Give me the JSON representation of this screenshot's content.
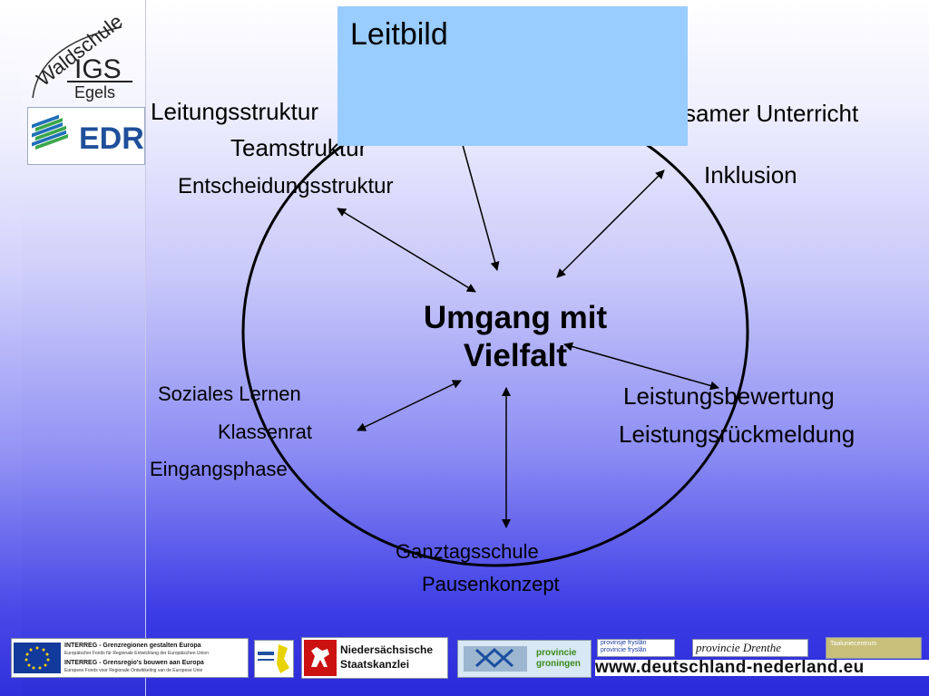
{
  "logos": {
    "school_name": "Waldschule",
    "school_abbr": "IGS",
    "school_place": "Egels",
    "edr_text": "EDR",
    "interreg_line1": "INTERREG - Grenzregionen gestalten Europa",
    "interreg_sub1": "Europäischer Fonds für Regionale Entwicklung der Europäischen Union",
    "interreg_line2": "INTERREG - Grensregio's bouwen aan Europa",
    "interreg_sub2": "Europees Fonds voor Regionale Ontwikkeling van de Europese Unie",
    "nds_line1": "Niedersächsische",
    "nds_line2": "Staatskanzlei",
    "groningen_line1": "provincie",
    "groningen_line2": "groningen",
    "fryslan_line1": "provinsje fryslân",
    "fryslan_line2": "provincie fryslân",
    "drenthe": "provincie Drenthe",
    "taalunie": "Taaluniecentrum",
    "url": "www.deutschland-nederland.eu"
  },
  "diagram": {
    "leitbild": "Leitbild",
    "center_line1": "Umgang mit",
    "center_line2": "Vielfalt",
    "nodes": {
      "leitungsstruktur": "Leitungsstruktur",
      "teamstruktur": "Teamstruktur",
      "entscheidungsstruktur": "Entscheidungsstruktur",
      "unterricht": "Gemeinsamer Unterricht",
      "inklusion": "Inklusion",
      "soziales_lernen": "Soziales Lernen",
      "klassenrat": "Klassenrat",
      "eingangsphase": "Eingangsphase",
      "leistungsbewertung": "Leistungsbewertung",
      "leistungsrueckmeldung": "Leistungsrückmeldung",
      "ganztagsschule": "Ganztagsschule",
      "pausenkonzept": "Pausenkonzept"
    }
  },
  "colors": {
    "leitbild_box": "#99ccff",
    "circle": "#000000",
    "background_bottom": "#2a2ad8"
  }
}
